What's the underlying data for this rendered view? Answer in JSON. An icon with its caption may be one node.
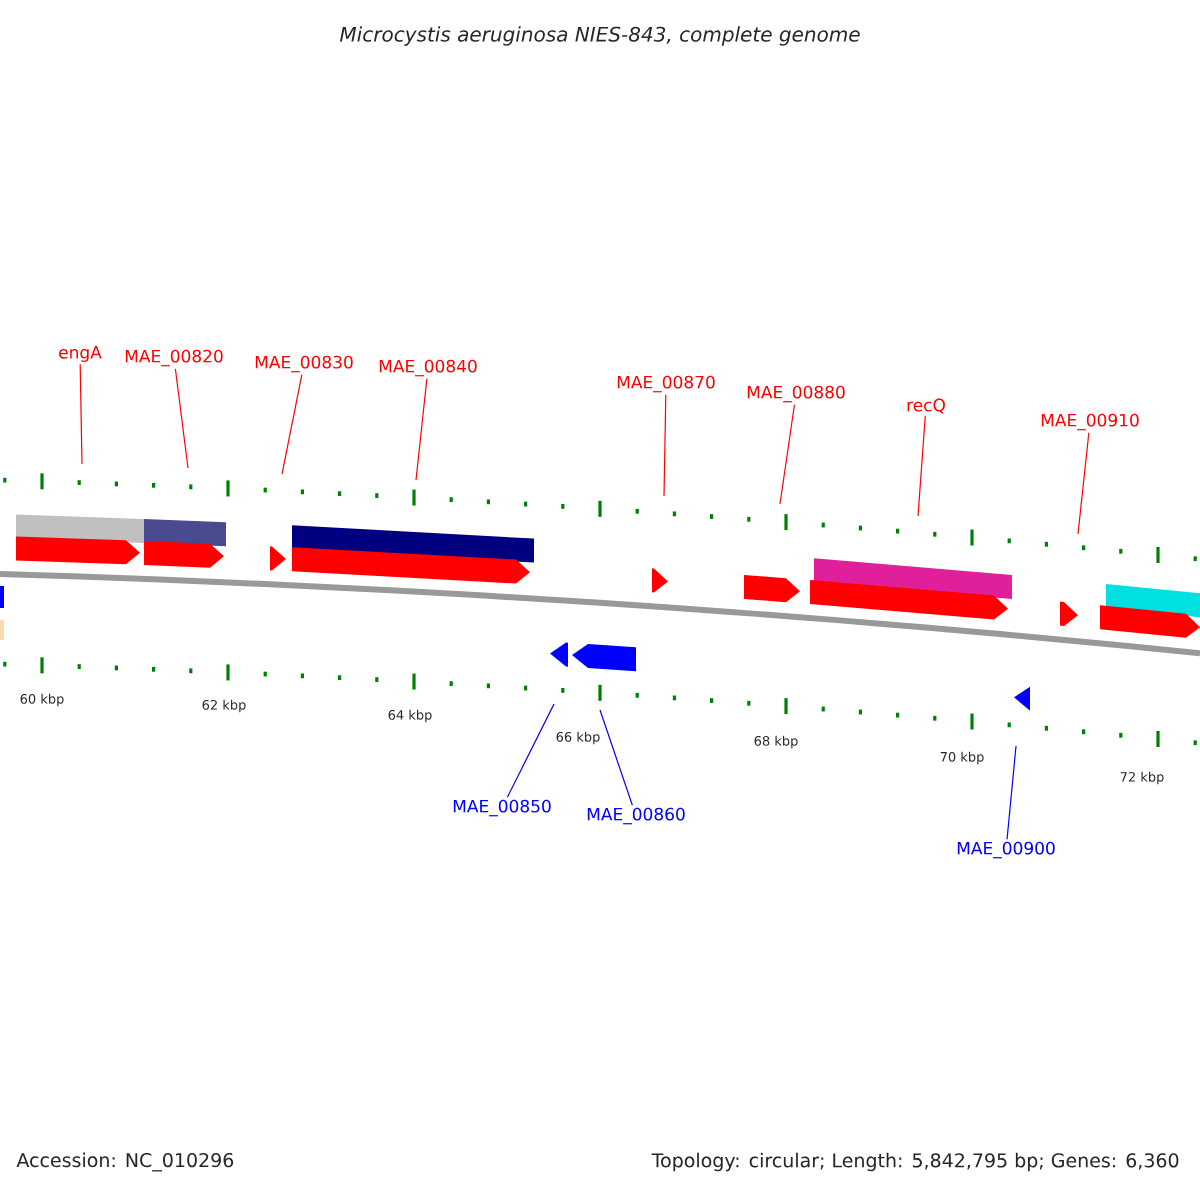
{
  "diagram": {
    "title": "Microcystis aeruginosa NIES-843, complete genome",
    "nodes": [
      {
        "text": [
          "engA"
        ]
      },
      {
        "text": [
          "MAE_00820"
        ]
      },
      {
        "text": [
          "MAE_00830"
        ]
      },
      {
        "text": [
          "MAE_00840"
        ]
      },
      {
        "text": [
          "MAE_00870"
        ]
      },
      {
        "text": [
          "MAE_00880"
        ]
      },
      {
        "text": [
          "recQ"
        ]
      },
      {
        "text": [
          "MAE_00910"
        ]
      },
      {
        "text": [
          "MAE_00850"
        ]
      },
      {
        "text": [
          "MAE_00860"
        ]
      },
      {
        "text": [
          "MAE_00900"
        ]
      }
    ],
    "edges": [
      {
        "from": 0,
        "to": null,
        "arrow": "none"
      },
      {
        "from": 1,
        "to": null,
        "arrow": "none"
      },
      {
        "from": 2,
        "to": null,
        "arrow": "none"
      },
      {
        "from": 3,
        "to": null,
        "arrow": "none"
      },
      {
        "from": 4,
        "to": null,
        "arrow": "none"
      },
      {
        "from": 5,
        "to": null,
        "arrow": "none"
      },
      {
        "from": 6,
        "to": null,
        "arrow": "none"
      },
      {
        "from": 7,
        "to": null,
        "arrow": "none"
      },
      {
        "from": 8,
        "to": null,
        "arrow": "none",
        "color": "#0000ff"
      },
      {
        "from": 9,
        "to": null,
        "arrow": "none",
        "color": "#0000ff"
      },
      {
        "from": 10,
        "to": null,
        "arrow": "none",
        "color": "#0000ff"
      }
    ],
    "labels": [
      "60 kbp",
      "62 kbp",
      "64 kbp",
      "66 kbp",
      "68 kbp",
      "70 kbp",
      "72 kbp",
      "Accession: NC_010296",
      "Topology: circular; Length: 5,842,795 bp; Genes: 6,360"
    ]
  }
}
